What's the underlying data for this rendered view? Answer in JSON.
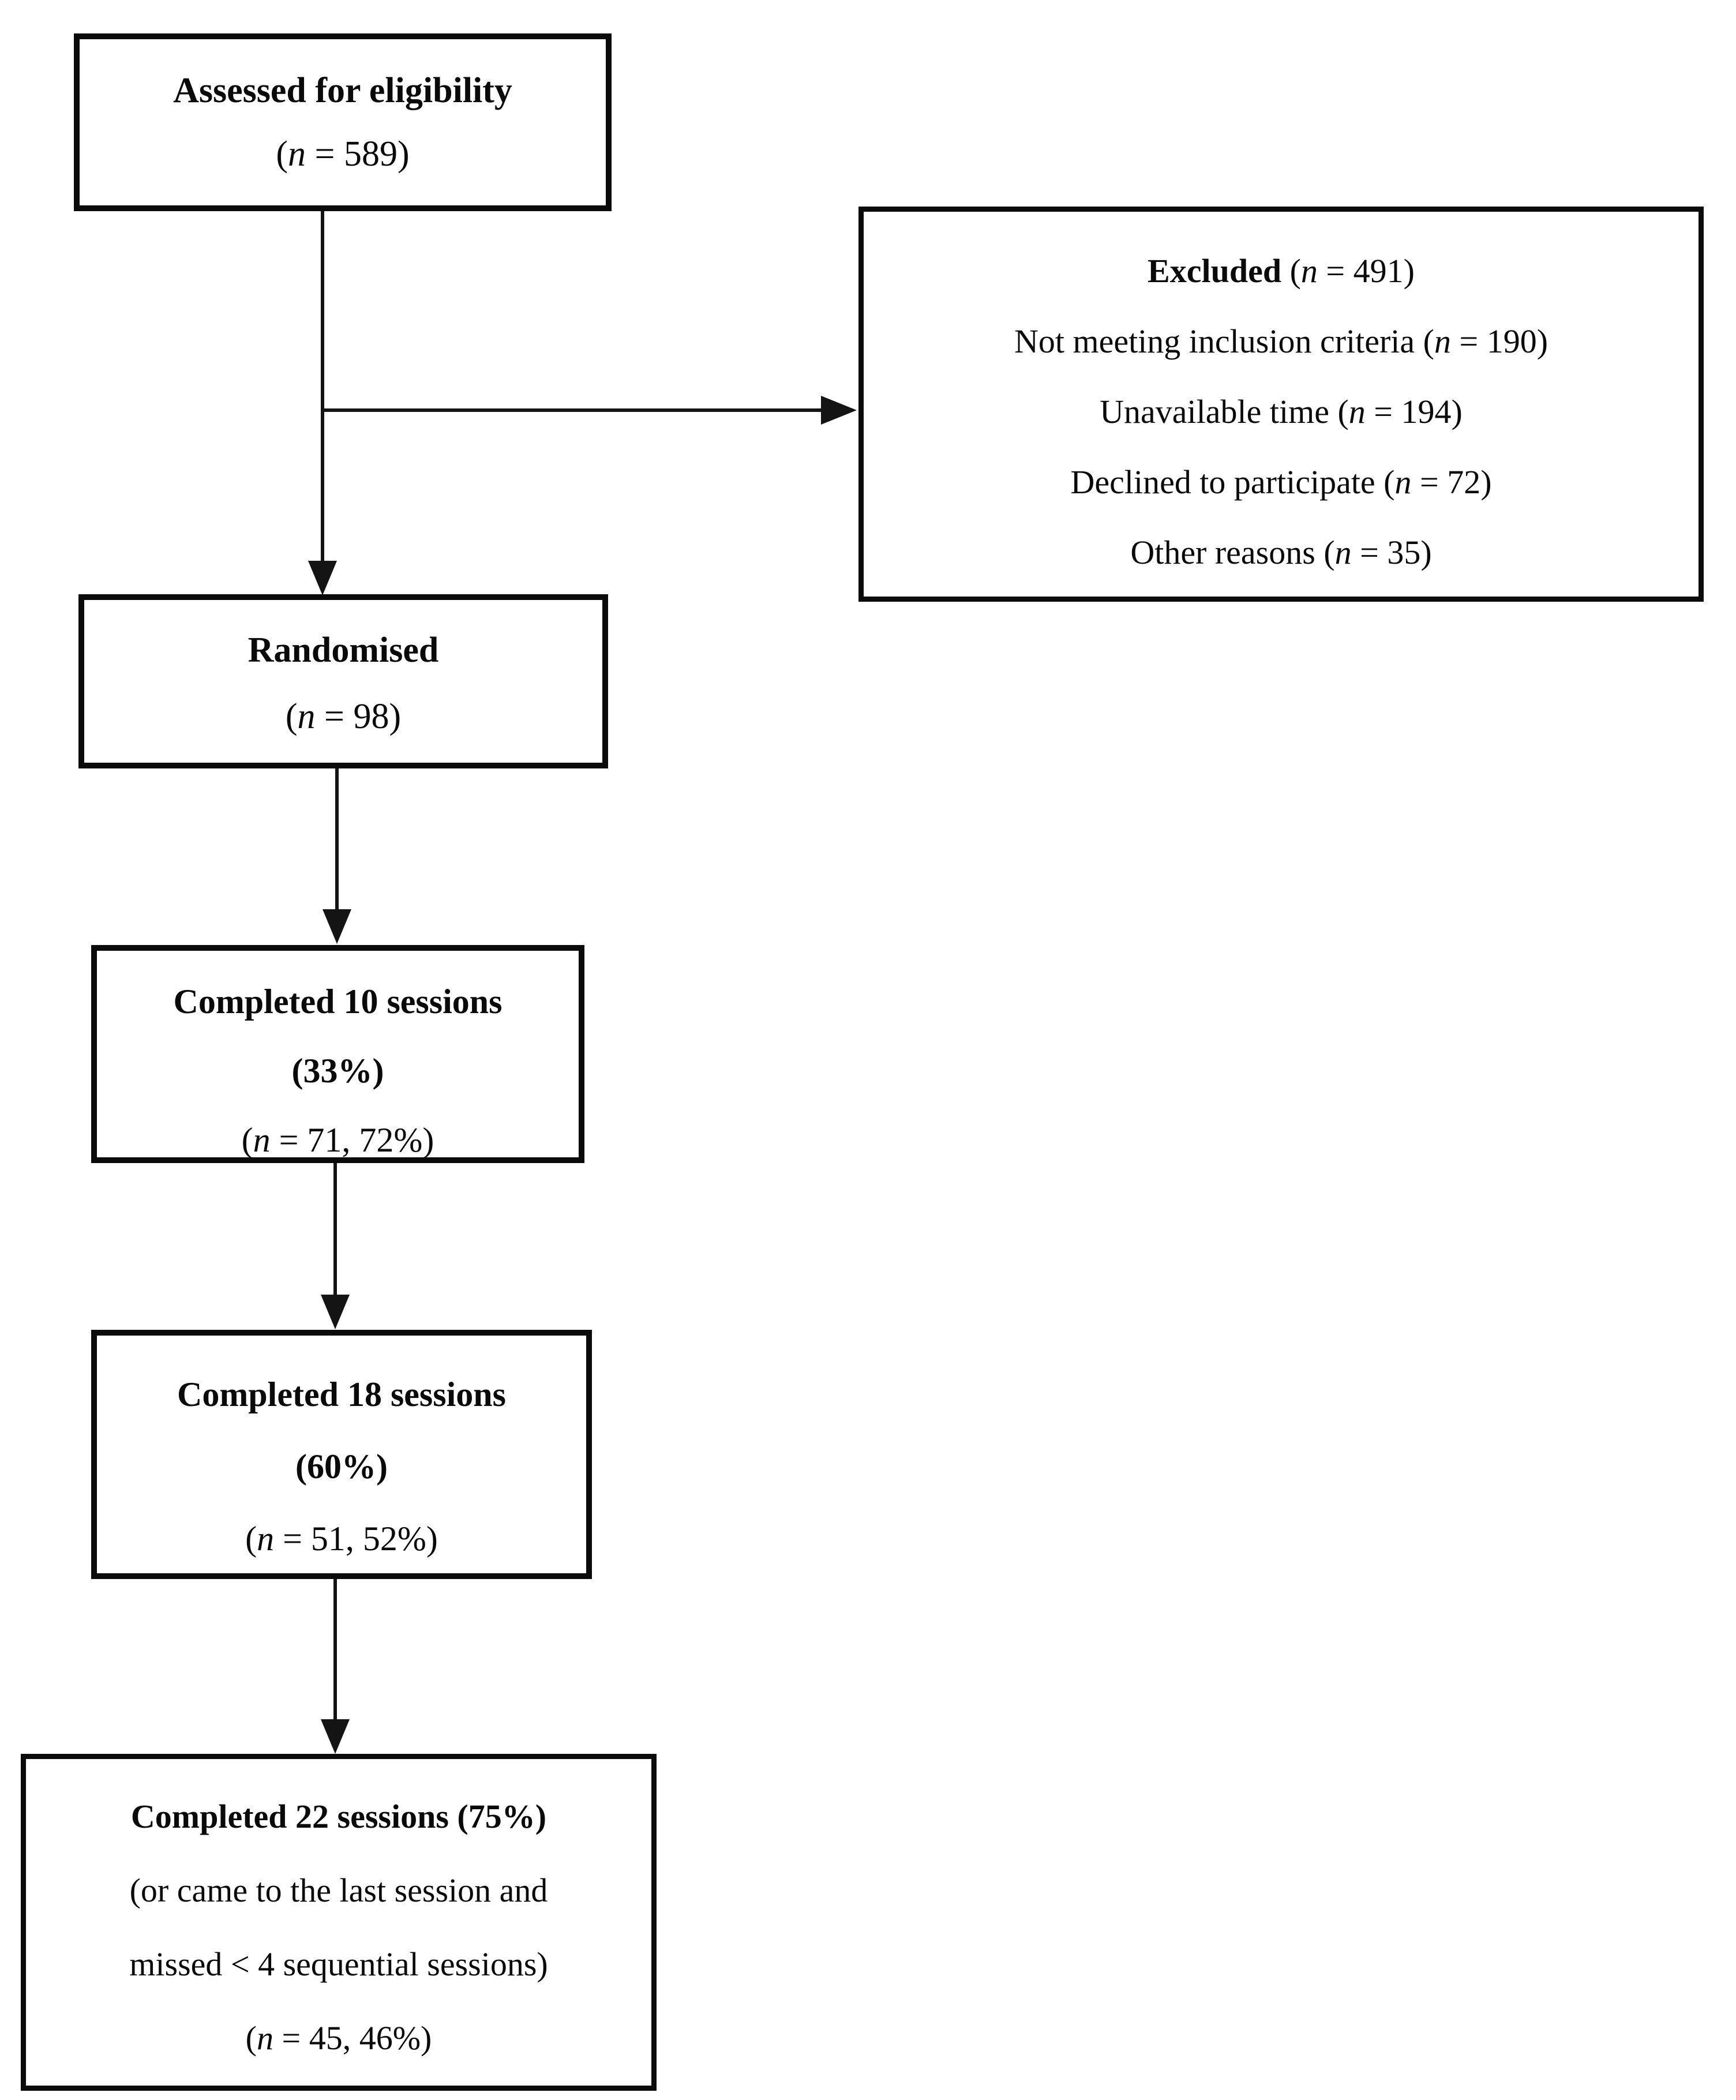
{
  "canvas": {
    "background": "#ffffff",
    "ink": "#0b0b0b"
  },
  "boxes": {
    "assessed": {
      "title": "Assessed for eligibility",
      "n": "(n = 589)"
    },
    "excluded": {
      "title": "Excluded",
      "title_suffix": " (n = 491)",
      "reasons": [
        "Not meeting inclusion criteria (n = 190)",
        "Unavailable time (n = 194)",
        "Declined to participate (n = 72)",
        "Other reasons (n = 35)"
      ]
    },
    "randomised": {
      "title": "Randomised",
      "n": "(n = 98)"
    },
    "completed10": {
      "title": "Completed 10 sessions",
      "pct": "(33%)",
      "n": "(n = 71, 72%)"
    },
    "completed18": {
      "title": "Completed 18 sessions",
      "pct": "(60%)",
      "n": "(n = 51, 52%)"
    },
    "completed22": {
      "title": "Completed 22 sessions (75%)",
      "line2": "(or came to the last session and",
      "line3": "missed < 4 sequential sessions)",
      "n": "(n = 45, 46%)"
    }
  }
}
